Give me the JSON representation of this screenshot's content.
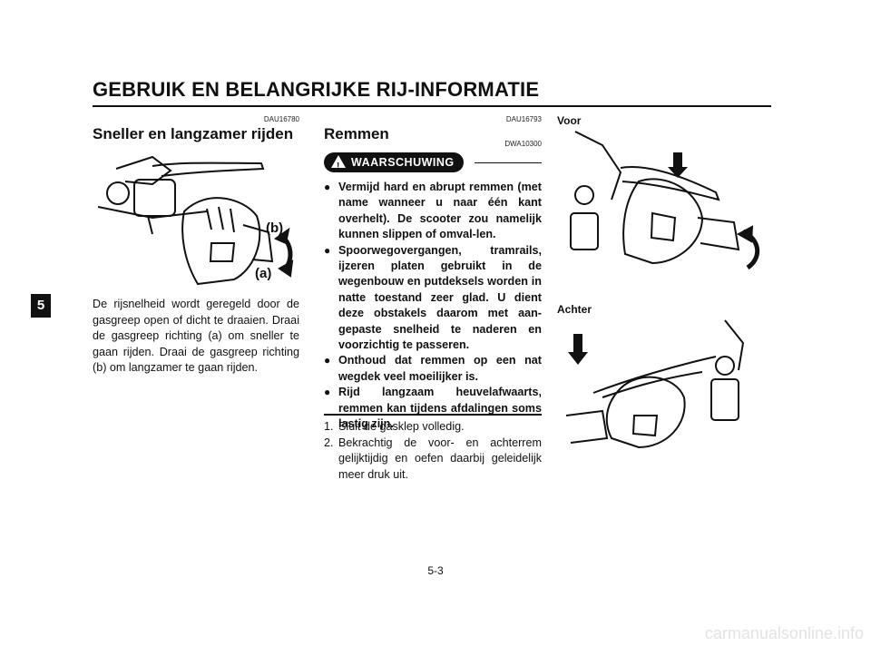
{
  "header": {
    "title": "GEBRUIK EN BELANGRIJKE RIJ-INFORMATIE"
  },
  "side_tab": {
    "label": "5"
  },
  "left": {
    "code": "DAU16780",
    "heading": "Sneller en langzamer rijden",
    "figure": {
      "label_b": "(b)",
      "label_a": "(a)"
    },
    "paragraph": "De rijsnelheid wordt geregeld door de gasgreep open of dicht te draaien. Draai de gasgreep richting (a) om sneller te gaan rijden. Draai de gasgreep richting (b) om langzamer te gaan rijden."
  },
  "middle": {
    "code": "DAU16793",
    "heading": "Remmen",
    "warning_code": "DWA10300",
    "warning_label": "WAARSCHUWING",
    "warnings": [
      "Vermijd hard en abrupt remmen (met name wanneer u naar één kant overhelt). De scooter zou namelijk kunnen slippen of omval-len.",
      "Spoorwegovergangen, tramrails, ijzeren platen gebruikt in de wegenbouw en putdeksels worden in natte toestand zeer glad. U dient deze obstakels daarom met aan-gepaste snelheid te naderen en voorzichtig te passeren.",
      "Onthoud dat remmen op een nat wegdek veel moeilijker is.",
      "Rijd langzaam heuvelafwaarts, remmen kan tijdens afdalingen soms lastig zijn."
    ],
    "steps": [
      {
        "n": "1.",
        "text": "Sluit de gasklep volledig."
      },
      {
        "n": "2.",
        "text": "Bekrachtig de voor- en achterrem gelijktijdig en oefen daarbij geleidelijk meer druk uit."
      }
    ]
  },
  "right": {
    "label_front": "Voor",
    "label_rear": "Achter"
  },
  "page_number": "5-3",
  "watermark": "carmanualsonline.info"
}
